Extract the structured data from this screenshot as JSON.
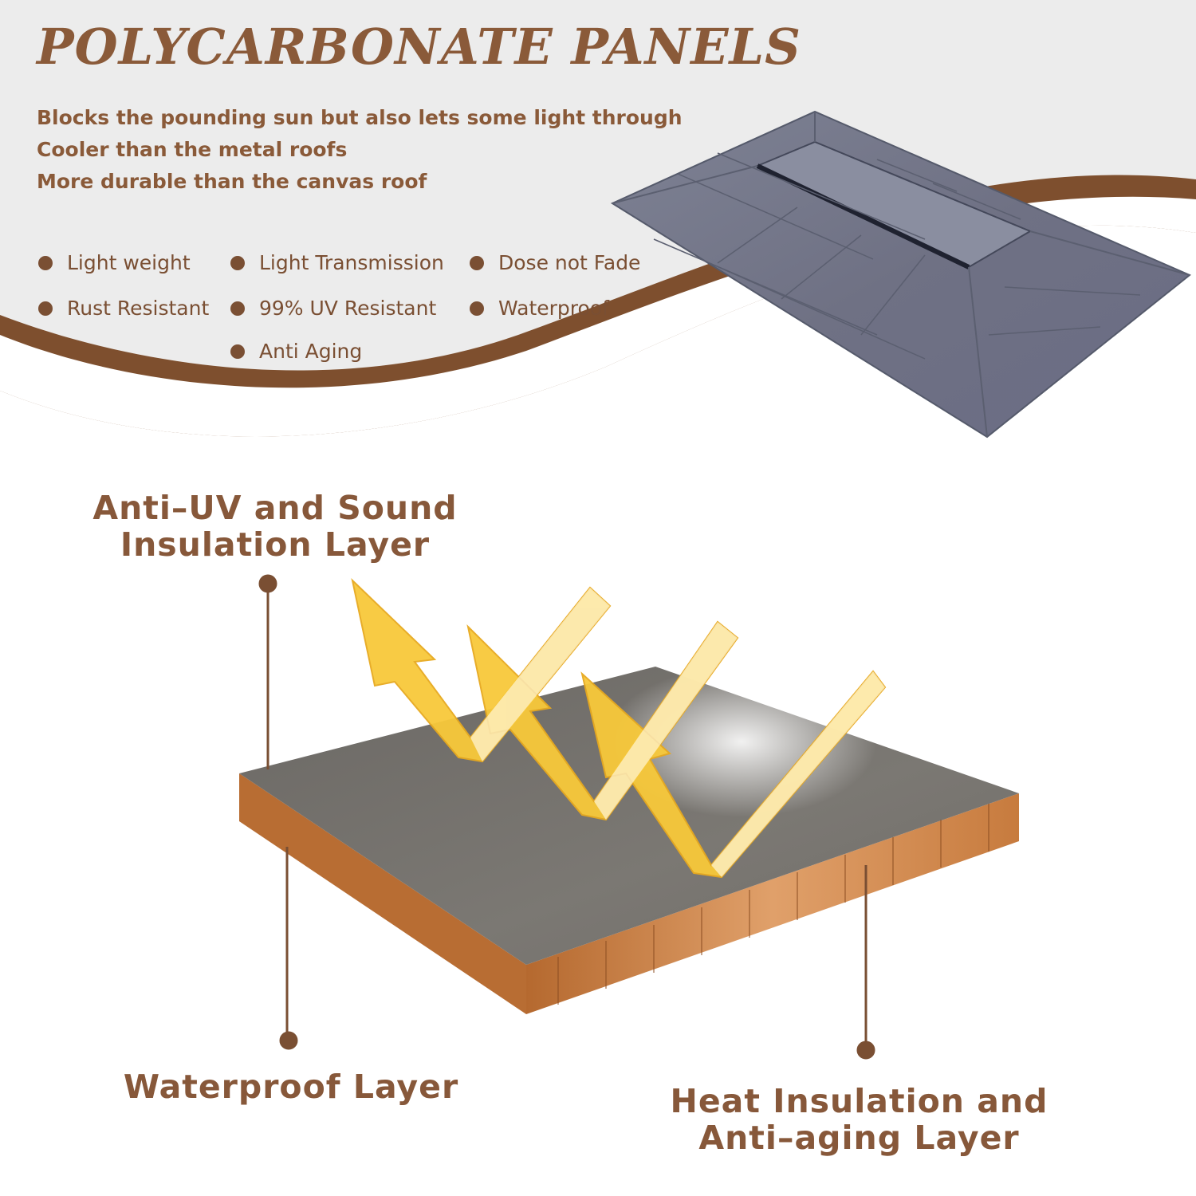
{
  "colors": {
    "brand_brown": "#8a5a39",
    "band_brown": "#7e4f2e",
    "hero_background": "#ececec",
    "arrow_yellow": "#f8c93a",
    "panel_gray": "#6f6c68",
    "panel_edge": "#c47a3e"
  },
  "header": {
    "title": "POLYCARBONATE PANELS",
    "benefits": [
      "Blocks the pounding sun but also lets some light through",
      "Cooler than the metal roofs",
      "More durable than the canvas roof"
    ]
  },
  "features": [
    "Light weight",
    "Light Transmission",
    "Dose not Fade",
    "Rust Resistant",
    "99% UV Resistant",
    "Waterproof",
    "Anti Aging"
  ],
  "layers": {
    "top_line1": "Anti–UV and Sound",
    "top_line2": "Insulation Layer",
    "waterproof": "Waterproof Layer",
    "heat_line1": "Heat Insulation and",
    "heat_line2": "Anti–aging Layer"
  },
  "images": {
    "roof": "polycarbonate-roof-panel",
    "layers": "panel-cross-section",
    "arrows": "reflected-uv-arrows"
  }
}
